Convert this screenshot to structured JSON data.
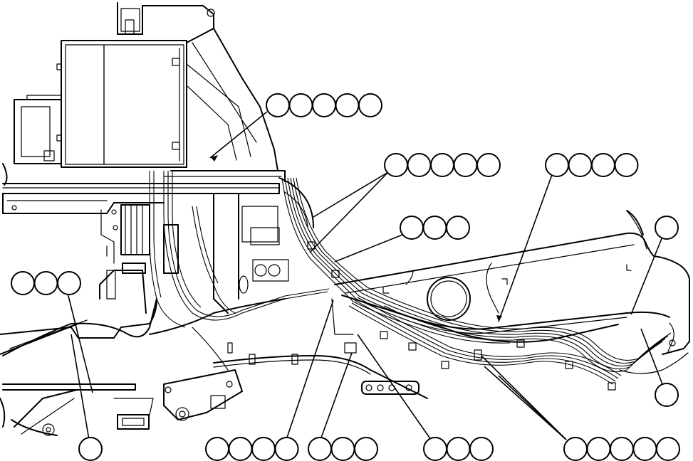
{
  "figure": {
    "type": "parts-illustration",
    "callouts": [
      {
        "id": "c1",
        "bubbles": 5,
        "text": ""
      },
      {
        "id": "c2",
        "bubbles": 5,
        "text": ""
      },
      {
        "id": "c3",
        "bubbles": 4,
        "text": ""
      },
      {
        "id": "c4",
        "bubbles": 3,
        "text": ""
      },
      {
        "id": "c5",
        "bubbles": 1,
        "text": ""
      },
      {
        "id": "c6",
        "bubbles": 3,
        "text": ""
      },
      {
        "id": "c7",
        "bubbles": 1,
        "text": ""
      },
      {
        "id": "c8",
        "bubbles": 1,
        "text": ""
      },
      {
        "id": "c9",
        "bubbles": 4,
        "text": ""
      },
      {
        "id": "c10",
        "bubbles": 3,
        "text": ""
      },
      {
        "id": "c11",
        "bubbles": 3,
        "text": ""
      },
      {
        "id": "c12",
        "bubbles": 5,
        "text": ""
      }
    ]
  }
}
